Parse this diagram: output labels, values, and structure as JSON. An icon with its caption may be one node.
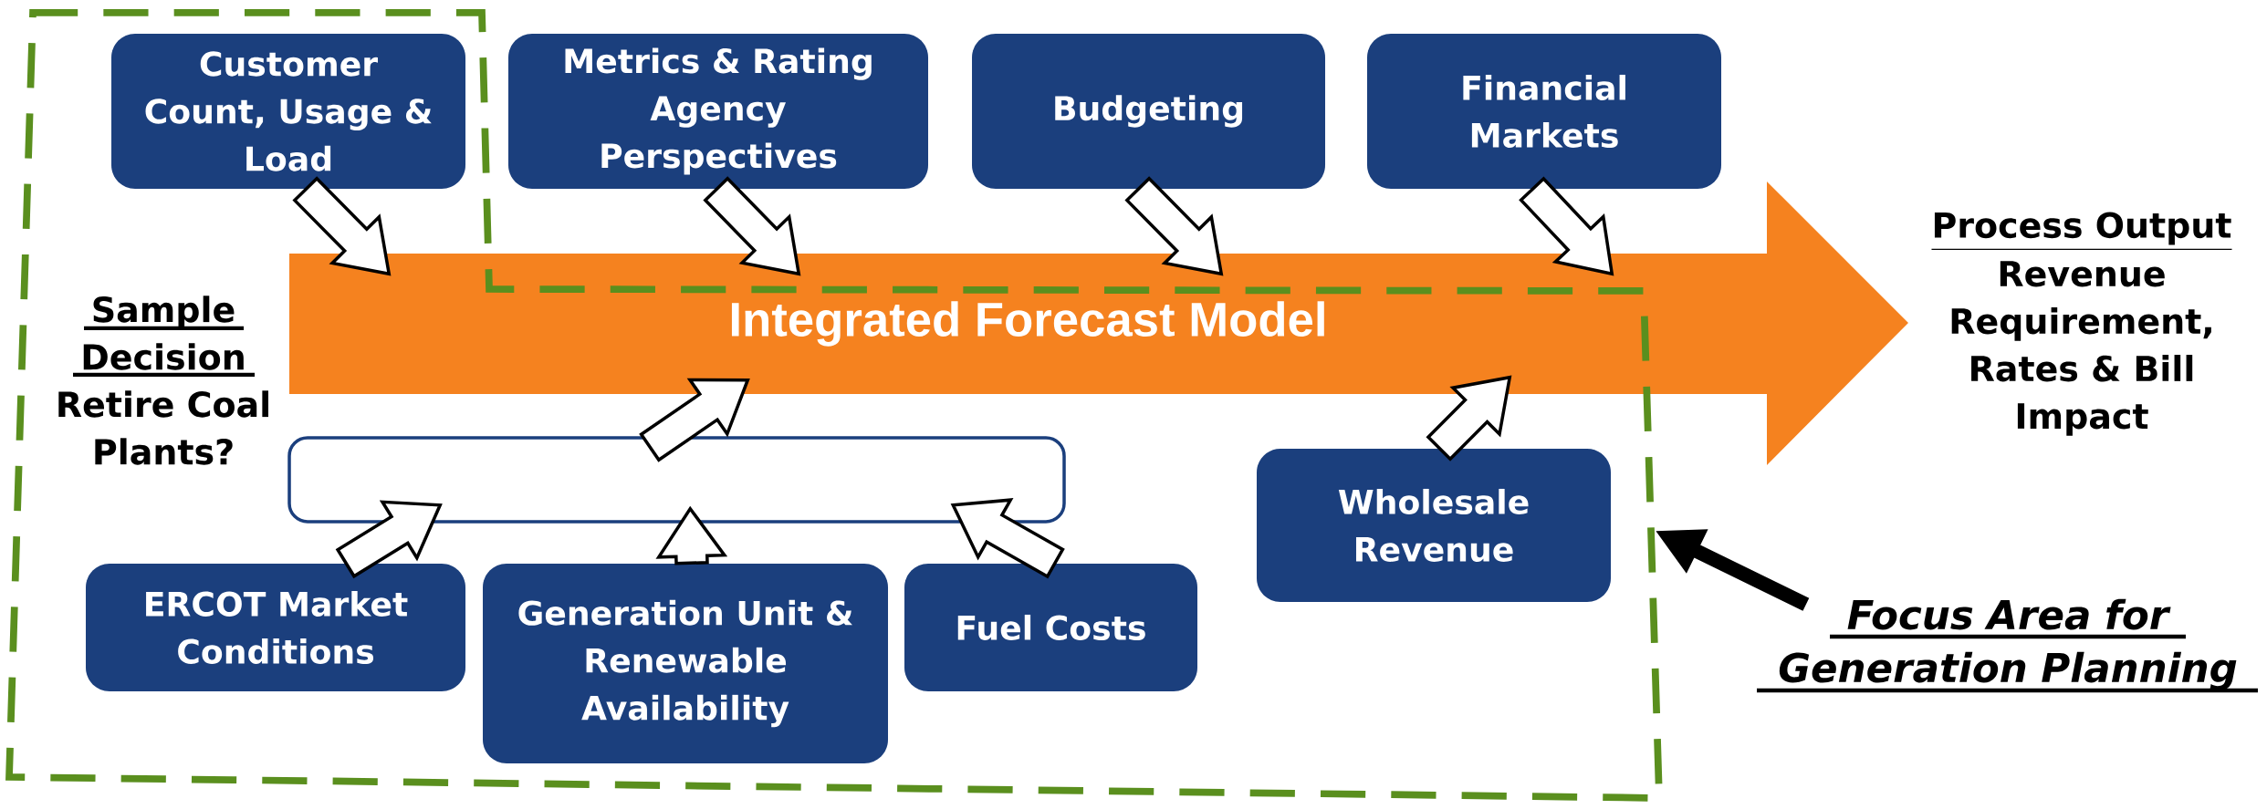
{
  "diagram": {
    "nodes": [
      {
        "text": [],
        "shape": "box"
      },
      {
        "text": [
          "Customer Count, Usage & Load"
        ],
        "in": 0
      },
      {
        "text": [
          "Metrics & Rating Agency Perspectives"
        ]
      },
      {
        "text": [
          "Budgeting"
        ]
      },
      {
        "text": [
          "Financial Markets"
        ]
      },
      {
        "text": [
          "Integrated Forecast Model"
        ]
      },
      {
        "text": [],
        "shape": "box",
        "in": 0
      },
      {
        "text": [
          "Wholesale Revenue"
        ],
        "in": 0
      },
      {
        "text": [
          "ERCOT Market Conditions"
        ],
        "in": 0
      },
      {
        "text": [
          "Generation Unit & Renewable Availability"
        ],
        "in": 0
      },
      {
        "text": [
          "Fuel Costs"
        ],
        "in": 0
      },
      {
        "text": [
          "Focus Area for Generation Planning"
        ]
      }
    ],
    "edges": [
      {
        "from": 1,
        "to": 5,
        "arrow": "to"
      },
      {
        "from": 2,
        "to": 5,
        "arrow": "to"
      },
      {
        "from": 3,
        "to": 5,
        "arrow": "to"
      },
      {
        "from": 4,
        "to": 5,
        "arrow": "to"
      },
      {
        "from": 8,
        "to": 6,
        "arrow": "to"
      },
      {
        "from": 9,
        "to": 6,
        "arrow": "to"
      },
      {
        "from": 10,
        "to": 6,
        "arrow": "to"
      },
      {
        "from": 6,
        "to": 5,
        "arrow": "to"
      },
      {
        "from": 7,
        "to": 5,
        "arrow": "to"
      },
      {
        "from": 11,
        "to": 0,
        "arrow": "to",
        "color": "#000000"
      }
    ],
    "labels": [
      "Sample Decision",
      "Retire Coal Plants?",
      "Process Output",
      "Revenue Requirement, Rates & Bill Impact"
    ]
  }
}
